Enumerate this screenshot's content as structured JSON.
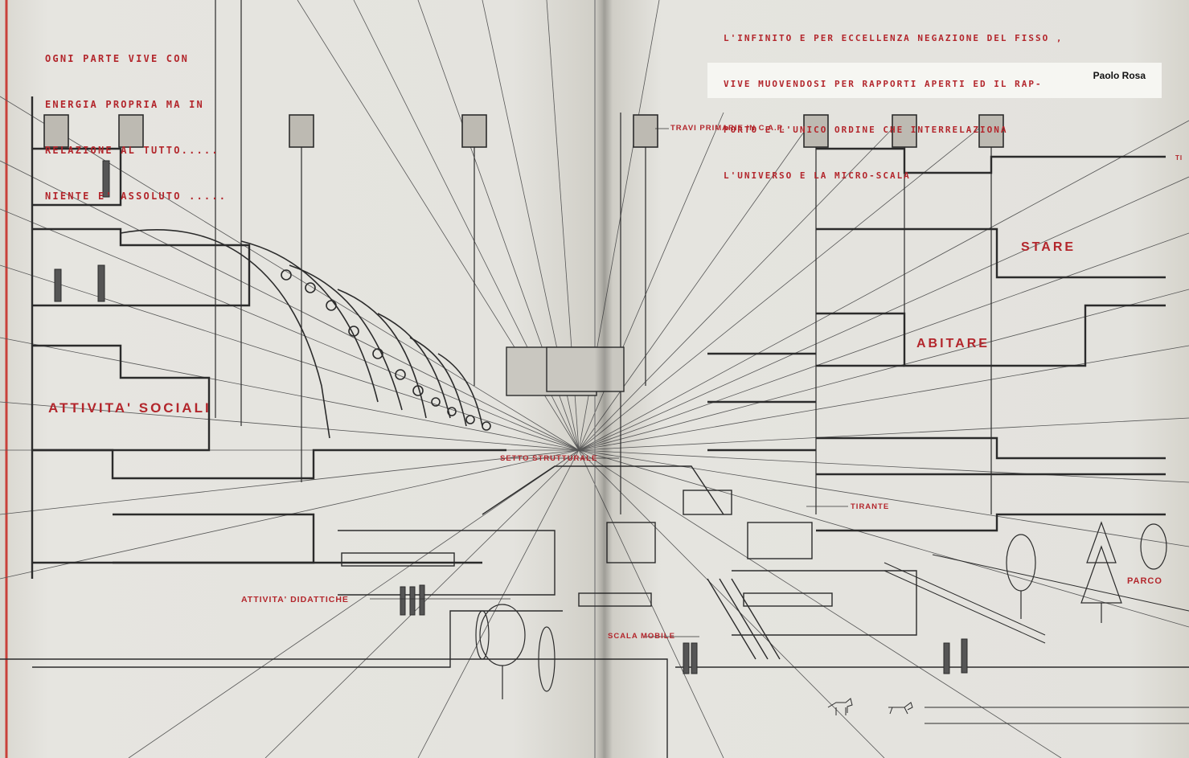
{
  "quote_left": {
    "lines": [
      "OGNI PARTE VIVE CON",
      "ENERGIA PROPRIA MA IN",
      "RELAZIONE AL TUTTO.....",
      "NIENTE E' ASSOLUTO ....."
    ]
  },
  "quote_right": {
    "lines": [
      "L'INFINITO E PER ECCELLENZA NEGAZIONE DEL FISSO ,",
      "VIVE MUOVENDOSI PER RAPPORTI APERTI ED IL RAP-",
      "PORTO E L'UNICO ORDINE CHE INTERRELAZIONA",
      "L'UNIVERSO E LA MICRO-SCALA"
    ],
    "author": "Paolo Rosa"
  },
  "labels": {
    "attivita_sociali": "ATTIVITA' SOCIALI",
    "stare": "STARE",
    "abitare": "ABITARE",
    "travi_primarie": "TRAVI PRIMARIE IN C.A.P.",
    "setto_strutturale": "SETTO STRUTTURALE",
    "tirante": "TIRANTE",
    "attivita_didattiche": "ATTIVITA' DIDATTICHE",
    "scala_mobile": "SCALA MOBILE",
    "parco": "PARCO",
    "edge_cut": "TI"
  },
  "colors": {
    "paper": "#e2e1dc",
    "ink": "#2b2b2b",
    "accent_red": "#b3262c"
  }
}
